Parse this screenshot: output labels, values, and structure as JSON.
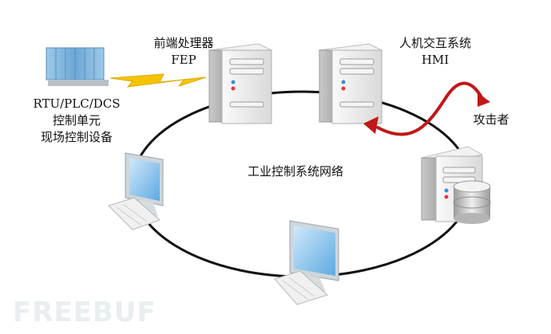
{
  "labels": {
    "fep": {
      "line1": "前端处理器",
      "line2": "FEP"
    },
    "hmi": {
      "line1": "人机交互系统",
      "line2": "HMI"
    },
    "rtu": {
      "line1": "RTU/PLC/DCS",
      "line2": "控制单元",
      "line3": "现场控制设备"
    },
    "attacker": "攻击者",
    "network": "工业控制系统网络"
  },
  "watermark": "FREEBUF",
  "colors": {
    "ring": "#111111",
    "lightning": "#f5c400",
    "attack_arrow": "#c01818",
    "screen": "#8ec6ee",
    "server_body": "#e6e6e6",
    "rtu_panel": "#7fb6de"
  }
}
